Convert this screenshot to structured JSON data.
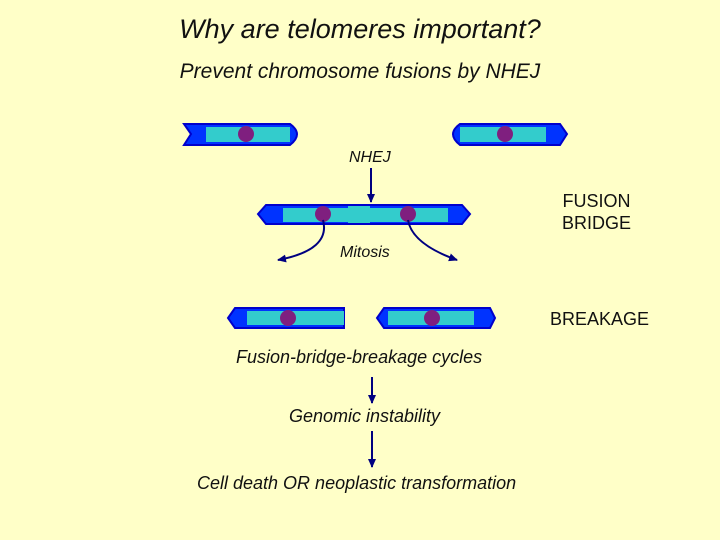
{
  "title": "Why are telomeres important?",
  "subtitle": "Prevent chromosome fusions by NHEJ",
  "labels": {
    "nhej": "NHEJ",
    "fusion_bridge_line1": "FUSION",
    "fusion_bridge_line2": "BRIDGE",
    "mitosis": "Mitosis",
    "breakage": "BREAKAGE",
    "fbb_cycles": "Fusion-bridge-breakage cycles",
    "genomic_instability": "Genomic instability",
    "outcome": "Cell death OR neoplastic transformation"
  },
  "colors": {
    "background": "#ffffc8",
    "chromosome_outline": "#0000cc",
    "chromosome_fill": "#0033ff",
    "chromatid_core": "#33cccc",
    "centromere": "#7f1f7f",
    "arrow": "#000080"
  }
}
